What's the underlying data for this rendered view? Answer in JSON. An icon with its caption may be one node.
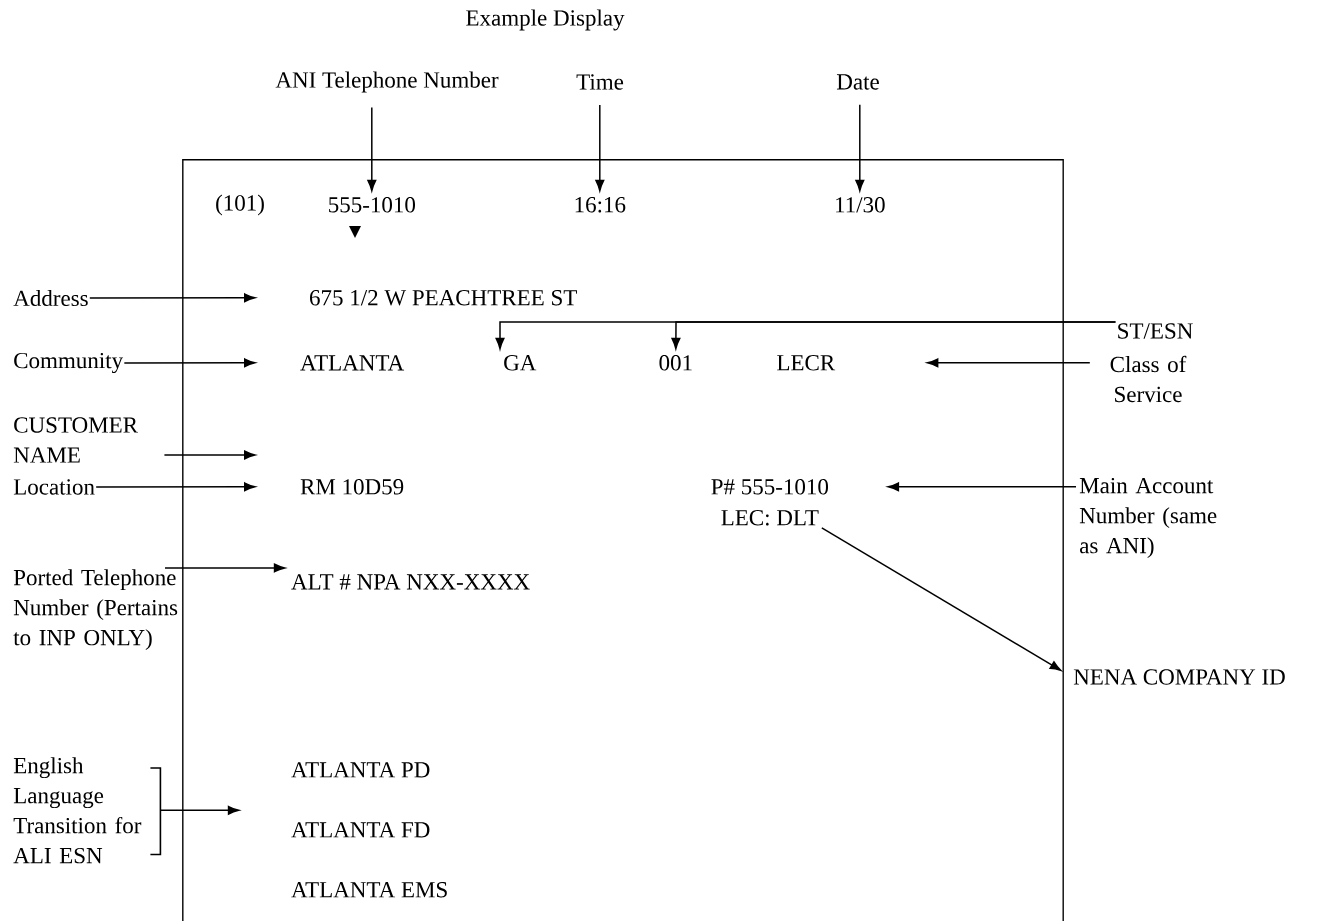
{
  "diagram": {
    "title": "Example Display",
    "nodes": [
      {
        "text": [],
        "shape": "box"
      },
      {
        "text": [
          "ANI Telephone Number"
        ]
      },
      {
        "text": [
          "Time"
        ]
      },
      {
        "text": [
          "Date"
        ]
      },
      {
        "text": [
          "555-1010"
        ],
        "in": 0
      },
      {
        "text": [
          "16:16"
        ],
        "in": 0
      },
      {
        "text": [
          "11/30"
        ],
        "in": 0
      },
      {
        "text": [
          "Address"
        ]
      },
      {
        "text": [
          "675 1/2  W  PEACHTREE   ST"
        ],
        "in": 0
      },
      {
        "text": [
          "Community"
        ]
      },
      {
        "text": [
          "ATLANTA"
        ],
        "in": 0
      },
      {
        "text": [
          "GA"
        ],
        "in": 0
      },
      {
        "text": [
          "001"
        ],
        "in": 0
      },
      {
        "text": [
          "LECR"
        ],
        "in": 0
      },
      {
        "text": [
          "ST/ESN"
        ]
      },
      {
        "text": [
          "Class of Service"
        ]
      },
      {
        "text": [
          "CUSTOMER NAME"
        ]
      },
      {
        "text": [
          "Location"
        ]
      },
      {
        "text": [
          "RM 10D59"
        ],
        "in": 0
      },
      {
        "text": [
          "P# 555-1010"
        ],
        "in": 0
      },
      {
        "text": [
          "LEC: DLT"
        ],
        "in": 0
      },
      {
        "text": [
          "Main Account Number (same as ANI)"
        ]
      },
      {
        "text": [
          "NENA COMPANY ID"
        ]
      },
      {
        "text": [
          "Ported Telephone Number (Pertains to INP ONLY)"
        ]
      },
      {
        "text": [
          "ALT #  NPA   NXX-XXXX"
        ],
        "in": 0
      },
      {
        "text": [
          "English Language Transition for ALI ESN"
        ]
      },
      {
        "text": [
          "ATLANTA  PD"
        ],
        "in": 0
      },
      {
        "text": [
          "ATLANTA  FD"
        ],
        "in": 0
      },
      {
        "text": [
          "ATLANTA  EMS"
        ],
        "in": 0
      }
    ],
    "edges": [
      {
        "from": 1,
        "to": 4,
        "arrow": "to"
      },
      {
        "from": 2,
        "to": 5,
        "arrow": "to"
      },
      {
        "from": 3,
        "to": 6,
        "arrow": "to"
      },
      {
        "from": 7,
        "to": 8,
        "arrow": "to"
      },
      {
        "from": 9,
        "to": 10,
        "arrow": "to"
      },
      {
        "from": 14,
        "to": 11,
        "arrow": "to"
      },
      {
        "from": 14,
        "to": 12,
        "arrow": "to"
      },
      {
        "from": 15,
        "to": 13,
        "arrow": "to"
      },
      {
        "from": 16,
        "to": null,
        "arrow": "to"
      },
      {
        "from": 17,
        "to": 18,
        "arrow": "to"
      },
      {
        "from": 21,
        "to": 19,
        "arrow": "to"
      },
      {
        "from": 20,
        "to": 22,
        "arrow": "to"
      },
      {
        "from": 23,
        "to": 24,
        "arrow": "to"
      },
      {
        "from": 25,
        "to": 27,
        "arrow": "to"
      }
    ],
    "labels": [
      "(101)"
    ]
  }
}
